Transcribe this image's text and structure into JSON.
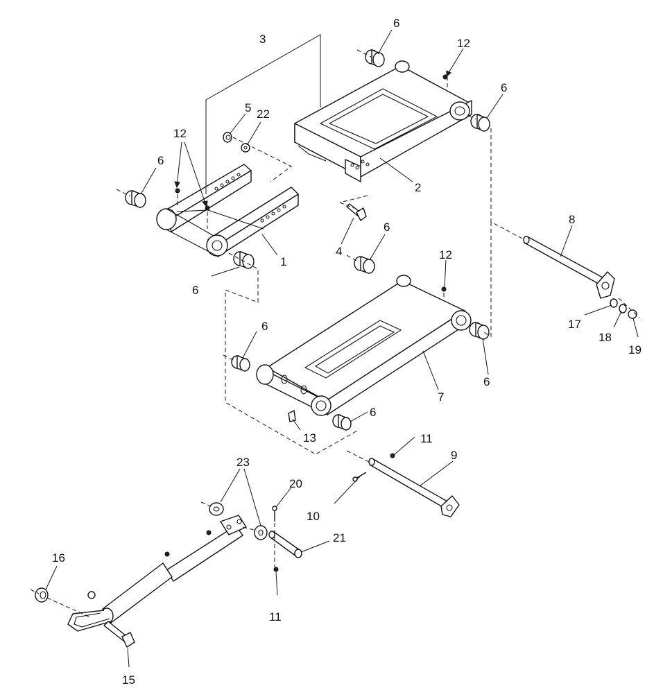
{
  "diagram": {
    "labels": {
      "l1": "1",
      "l2": "2",
      "l3": "3",
      "l4": "4",
      "l5": "5",
      "l6a": "6",
      "l6b": "6",
      "l6c": "6",
      "l6d": "6",
      "l6e": "6",
      "l6f": "6",
      "l6g": "6",
      "l6h": "6",
      "l7": "7",
      "l8": "8",
      "l9": "9",
      "l10": "10",
      "l11a": "11",
      "l11b": "11",
      "l12a": "12",
      "l12b": "12",
      "l12c": "12",
      "l13": "13",
      "l15": "15",
      "l16": "16",
      "l17": "17",
      "l18": "18",
      "l19": "19",
      "l20": "20",
      "l21": "21",
      "l22": "22",
      "l23": "23"
    }
  }
}
